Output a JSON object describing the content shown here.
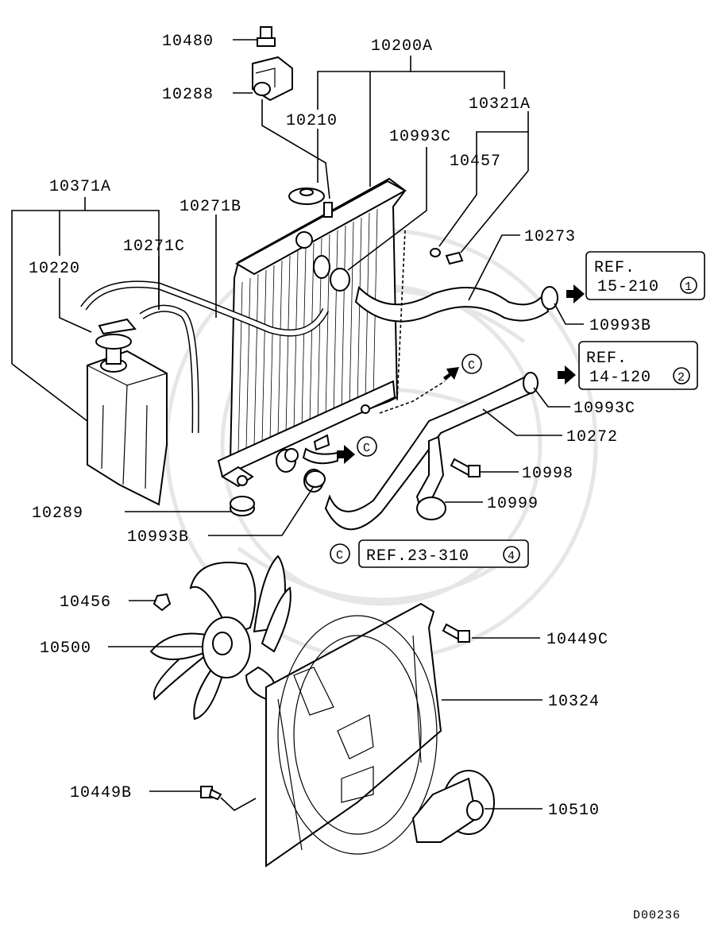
{
  "part_labels": {
    "p10480": "10480",
    "p10288": "10288",
    "p10200A": "10200A",
    "p10210": "10210",
    "p10321A": "10321A",
    "p10993C_top": "10993C",
    "p10457": "10457",
    "p10371A": "10371A",
    "p10271B": "10271B",
    "p10273": "10273",
    "p10220": "10220",
    "p10271C": "10271C",
    "p10993B_right": "10993B",
    "p10993C_right": "10993C",
    "p10272": "10272",
    "p10998": "10998",
    "p10999": "10999",
    "p10289": "10289",
    "p10993B_bottom": "10993B",
    "p10456": "10456",
    "p10500": "10500",
    "p10449C": "10449C",
    "p10324": "10324",
    "p10449B": "10449B",
    "p10510": "10510"
  },
  "references": {
    "ref1_line1": "REF.",
    "ref1_line2": "15-210",
    "ref1_num": "1",
    "ref2_line1": "REF.",
    "ref2_line2": "14-120",
    "ref2_num": "2",
    "ref3_text": "REF.23-310",
    "ref3_num": "4"
  },
  "connector_letter": "C",
  "diagram_code": "D00236"
}
